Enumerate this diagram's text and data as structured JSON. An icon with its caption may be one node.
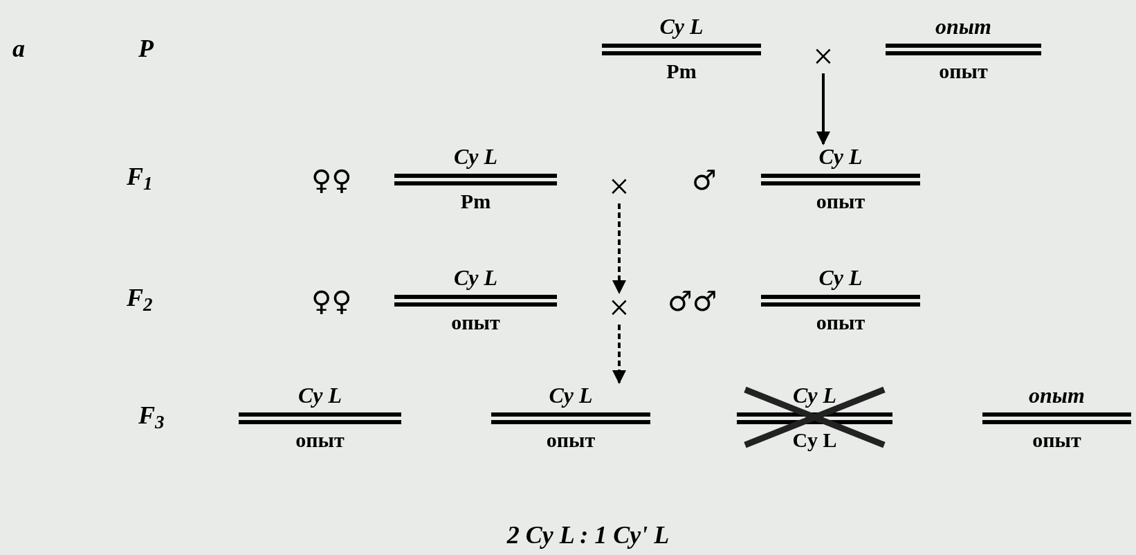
{
  "diagram": {
    "nodes": [
      {
        "text": [
          "Cy L",
          "Pm"
        ]
      },
      {
        "text": [
          "×"
        ]
      },
      {
        "text": [
          "опыт",
          "опыт"
        ]
      },
      {
        "text": [
          "Cy L",
          "Pm"
        ],
        "beside": [
          "♀♀"
        ]
      },
      {
        "text": [
          "×"
        ]
      },
      {
        "text": [
          "Cy L",
          "опыт"
        ],
        "beside": [
          "♂"
        ]
      },
      {
        "text": [
          "Cy L",
          "опыт"
        ],
        "beside": [
          "♀♀"
        ]
      },
      {
        "text": [
          "×"
        ]
      },
      {
        "text": [
          "Cy L",
          "опыт"
        ],
        "beside": [
          "♂♂"
        ]
      },
      {
        "text": [
          "Cy L",
          "опыт"
        ]
      },
      {
        "text": [
          "Cy L",
          "опыт"
        ]
      },
      {
        "text": [
          "Cy L",
          "Cy L"
        ]
      },
      {
        "text": [
          "опыт",
          "опыт"
        ]
      }
    ],
    "edges": [
      {
        "from": 1,
        "to": 5,
        "arrow": "to"
      },
      {
        "from": 4,
        "to": 7,
        "arrow": "to",
        "style": "dashed"
      },
      {
        "from": 7,
        "to": 10,
        "arrow": "to",
        "style": "dashed"
      }
    ],
    "labels": [
      "a",
      "P",
      "F$_{1}$",
      "F$_{2}$",
      "F$_{3}$",
      "2 Cy L : 1 Cy' L"
    ]
  }
}
